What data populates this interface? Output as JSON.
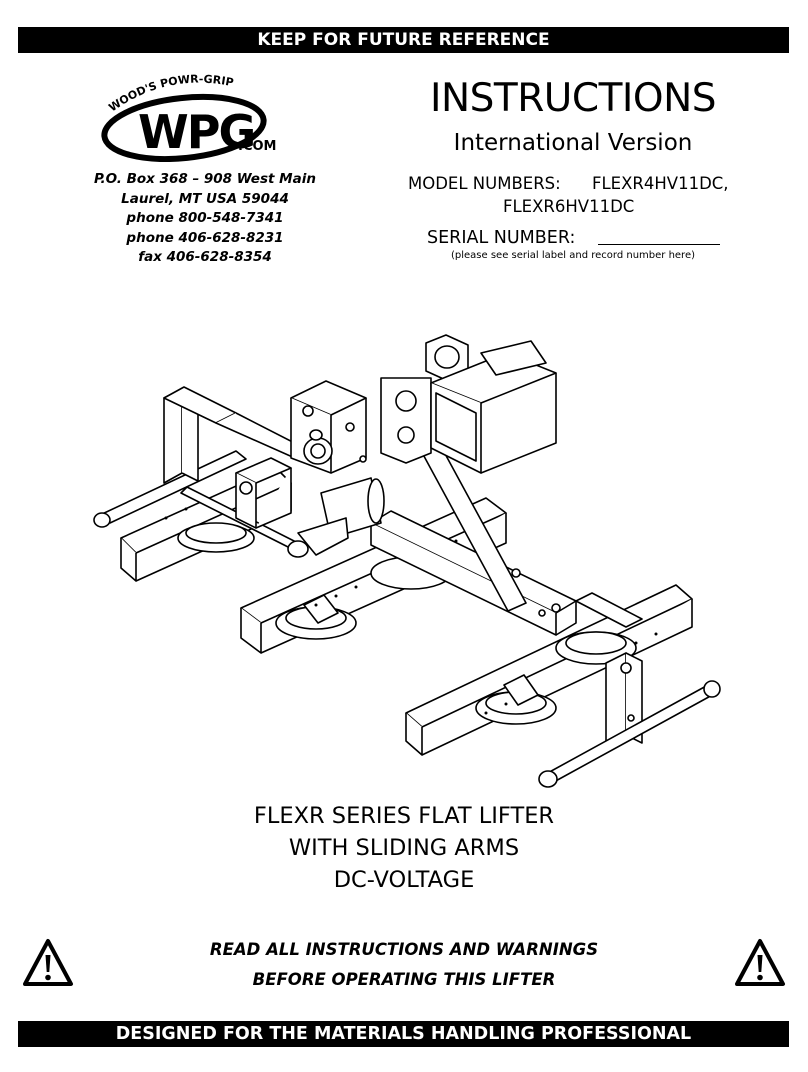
{
  "header_bar": {
    "text": "KEEP FOR FUTURE REFERENCE"
  },
  "logo": {
    "arc_text": "WOOD'S POWR-GRIP",
    "mark": "WPG",
    "suffix": ".COM"
  },
  "address": [
    "P.O. Box 368 – 908 West Main",
    "Laurel, MT  USA  59044",
    "phone  800-548-7341",
    "phone  406-628-8231",
    "fax  406-628-8354"
  ],
  "title": "INSTRUCTIONS",
  "subtitle": "International Version",
  "models": {
    "label": "MODEL NUMBERS:",
    "line1": "FLEXR4HV11DC,",
    "line2": "FLEXR6HV11DC"
  },
  "serial": {
    "label": "SERIAL NUMBER:",
    "note": "(please see serial label and record number here)"
  },
  "product_title": [
    "FLEXR SERIES FLAT LIFTER",
    "WITH SLIDING ARMS",
    "DC-VOLTAGE"
  ],
  "warning": {
    "lines": [
      "READ ALL INSTRUCTIONS AND WARNINGS",
      "BEFORE OPERATING THIS LIFTER"
    ],
    "icon": "warning-triangle-icon"
  },
  "footer_bar": {
    "text": "DESIGNED FOR THE MATERIALS HANDLING PROFESSIONAL"
  }
}
